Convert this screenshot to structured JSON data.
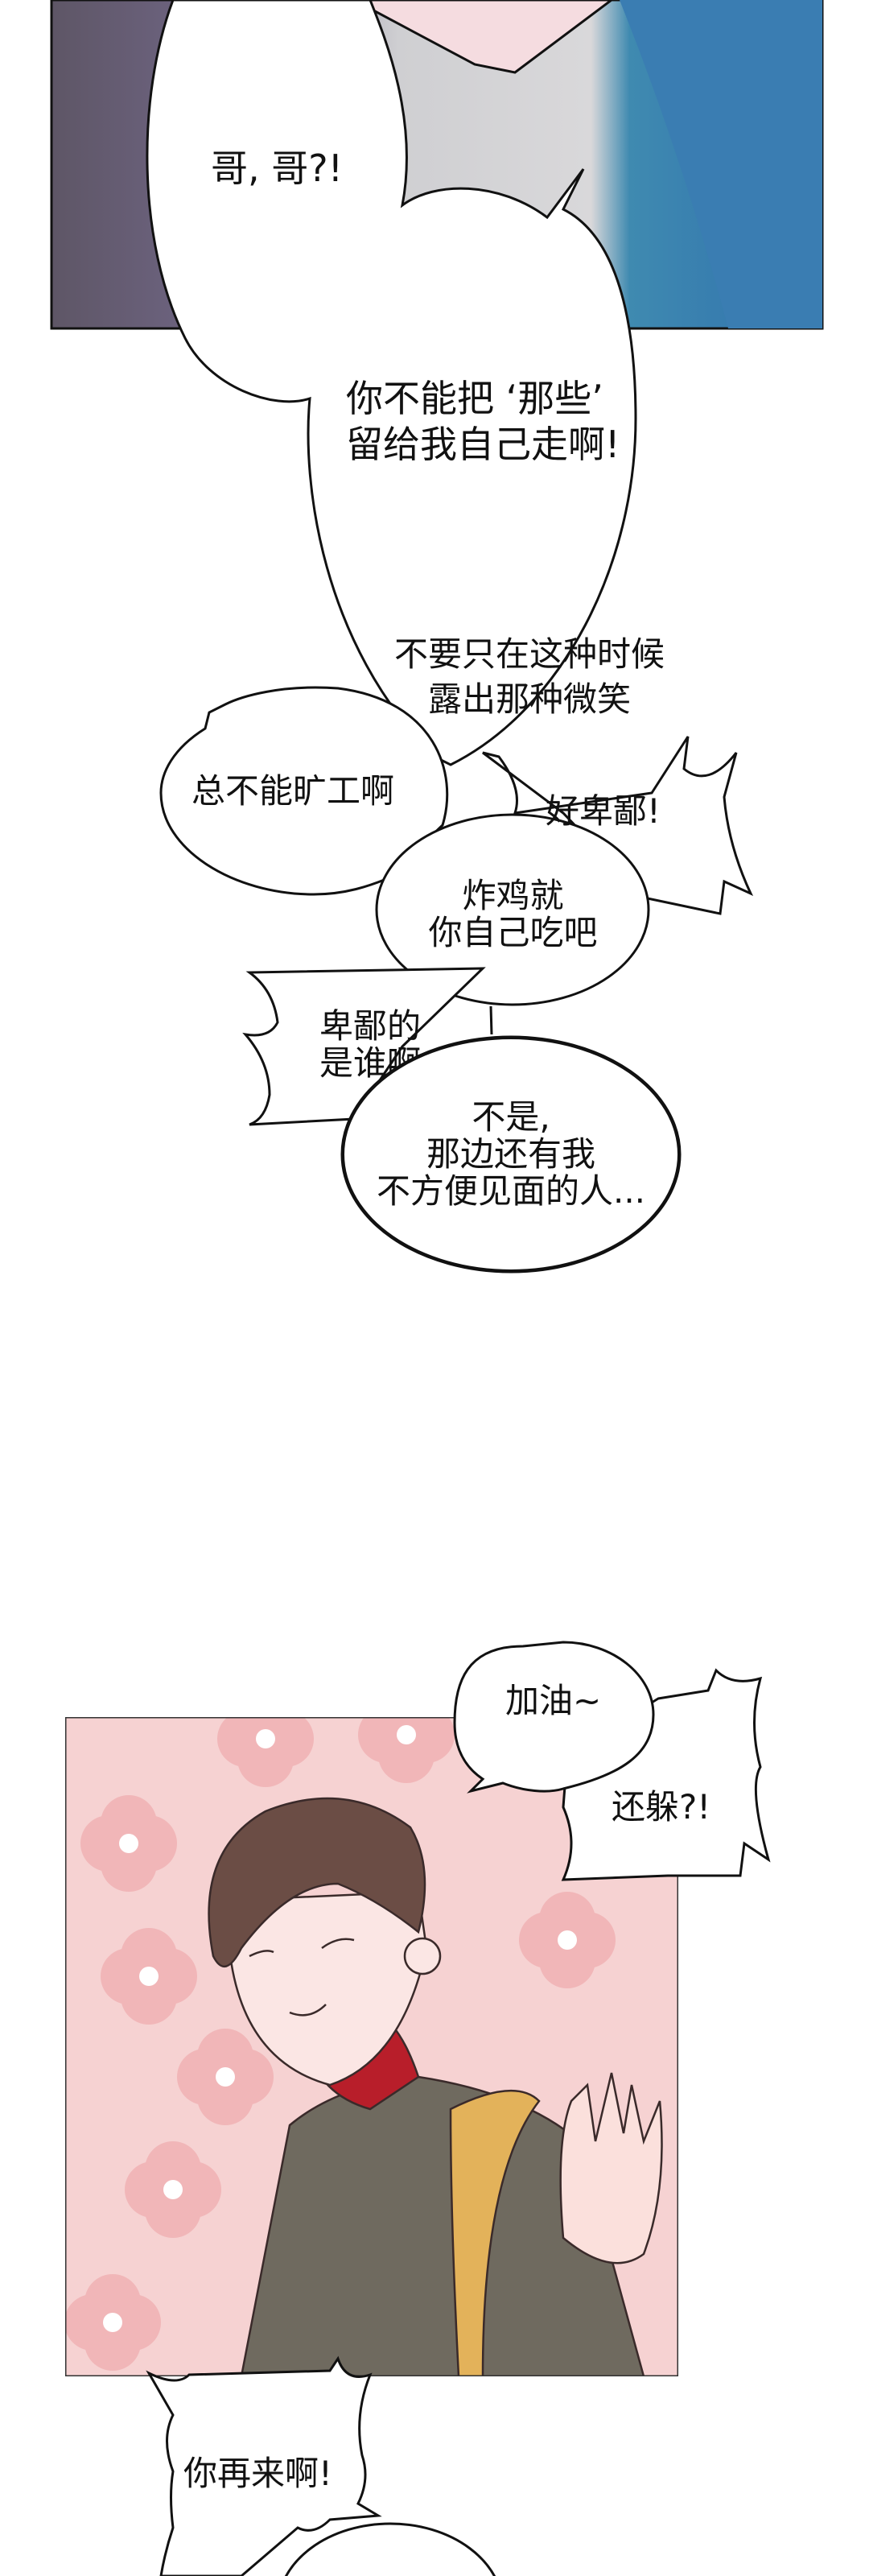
{
  "panel_top": {
    "bubble_1": "哥, 哥?!",
    "bubble_2_lines": [
      "你不能把 ‘那些’",
      "留给我自己走啊!"
    ],
    "bubble_2_whisper": [
      "不要只在这种时候",
      "露出那种微笑"
    ]
  },
  "middle_dialogue": {
    "bubble_work": "总不能旷工啊",
    "bubble_mean": "好卑鄙!",
    "bubble_chicken": [
      "炸鸡就",
      "你自己吃吧"
    ],
    "bubble_who": [
      "卑鄙的",
      "是谁啊"
    ],
    "bubble_no": [
      "不是,",
      "那边还有我",
      "不方便见面的人..."
    ]
  },
  "panel_bottom": {
    "bubble_cheer": "加油~",
    "bubble_hide": "还躲?!",
    "bubble_come_again": "你再来啊!"
  },
  "colors": {
    "panel_pink": "#f6d2d2",
    "flower": "#f1b6b8",
    "shirt": "#6f6a5f",
    "hair": "#6b4d45",
    "strap": "#e3b25a",
    "top_blue": "#3d7fb3",
    "top_purple": "#5f5872"
  }
}
